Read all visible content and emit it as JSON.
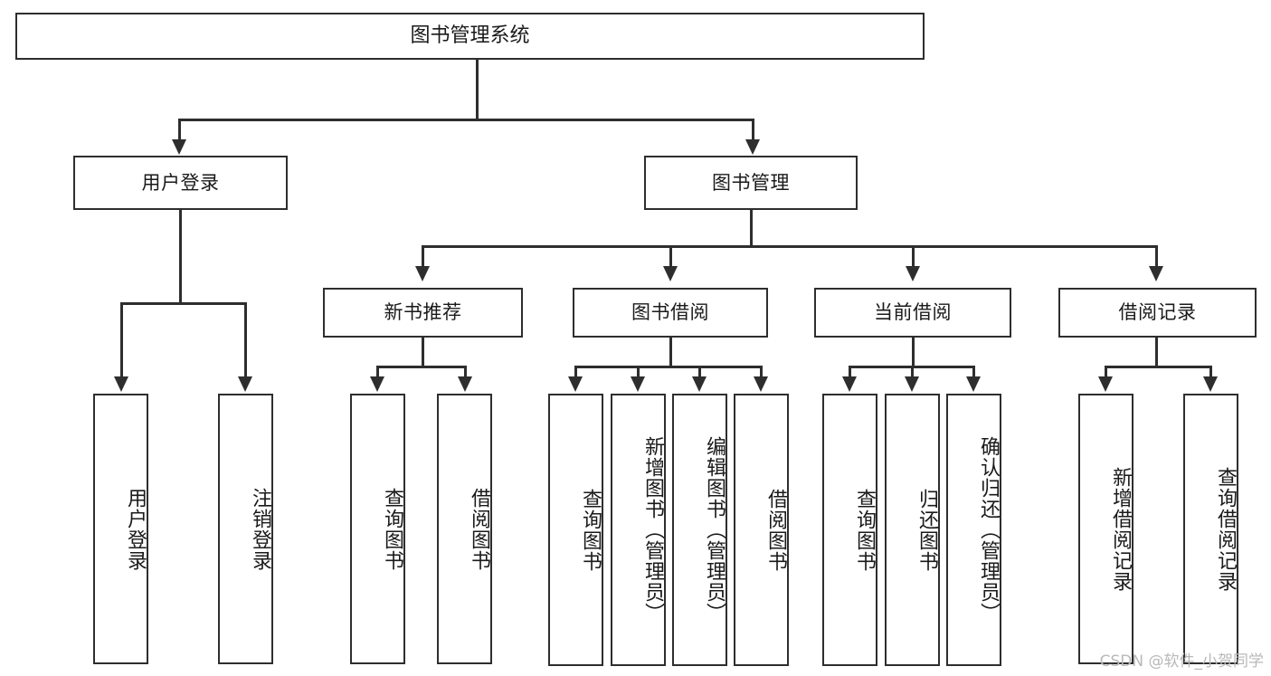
{
  "diagram": {
    "type": "tree-hierarchy",
    "title": "图书管理系统",
    "watermark": "CSDN @软件_小贺同学",
    "colors": {
      "stroke": "#2e2e2e",
      "fill": "#ffffff",
      "text": "#1a1a1a",
      "watermark": "#b9b9b9"
    },
    "root": {
      "label": "图书管理系统",
      "level": 0
    },
    "level1": [
      {
        "label": "用户登录"
      },
      {
        "label": "图书管理"
      }
    ],
    "level2": [
      {
        "label": "新书推荐",
        "parent": "图书管理"
      },
      {
        "label": "图书借阅",
        "parent": "图书管理"
      },
      {
        "label": "当前借阅",
        "parent": "图书管理"
      },
      {
        "label": "借阅记录",
        "parent": "图书管理"
      }
    ],
    "leaves": {
      "user_login": [
        {
          "label": "用户登录"
        },
        {
          "label": "注销登录"
        }
      ],
      "new_book_recommend": [
        {
          "label": "查询图书"
        },
        {
          "label": "借阅图书"
        }
      ],
      "book_borrow": [
        {
          "label": "查询图书"
        },
        {
          "label": "新增图书（管理员）"
        },
        {
          "label": "编辑图书（管理员）"
        },
        {
          "label": "借阅图书"
        }
      ],
      "current_borrow": [
        {
          "label": "查询图书"
        },
        {
          "label": "归还图书"
        },
        {
          "label": "确认归还（管理员）"
        }
      ],
      "borrow_record": [
        {
          "label": "新增借阅记录"
        },
        {
          "label": "查询借阅记录"
        }
      ]
    }
  }
}
